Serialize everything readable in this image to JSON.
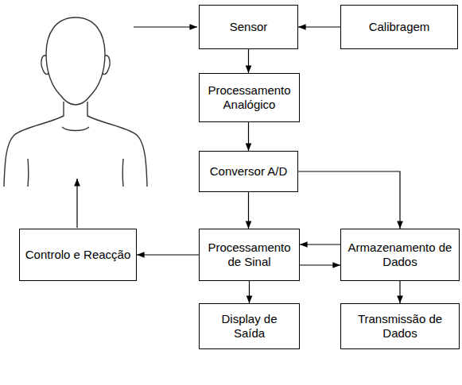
{
  "diagram": {
    "nodes": [
      {
        "text": [
          "Sensor"
        ]
      },
      {
        "text": [
          "Calibragem"
        ]
      },
      {
        "text": [
          "Processamento Analógico"
        ]
      },
      {
        "text": [
          "Conversor A/D"
        ]
      },
      {
        "text": [
          "Controlo e Reacção"
        ]
      },
      {
        "text": [
          "Processamento de Sinal"
        ]
      },
      {
        "text": [
          "Armazenamento de Dados"
        ]
      },
      {
        "text": [
          "Display de Saída"
        ]
      },
      {
        "text": [
          "Transmissão de Dados"
        ]
      }
    ],
    "edges": [
      {
        "from": 1,
        "to": 0,
        "arrow": "to"
      },
      {
        "from": 0,
        "to": 2,
        "arrow": "to"
      },
      {
        "from": 2,
        "to": 3,
        "arrow": "to"
      },
      {
        "from": 3,
        "to": 5,
        "arrow": "to"
      },
      {
        "from": 3,
        "to": 6,
        "arrow": "to"
      },
      {
        "from": 5,
        "to": 4,
        "arrow": "to"
      },
      {
        "from": 6,
        "to": 5,
        "arrow": "to"
      },
      {
        "from": 5,
        "to": 6,
        "arrow": "to"
      },
      {
        "from": 5,
        "to": 7,
        "arrow": "to"
      },
      {
        "from": 6,
        "to": 8,
        "arrow": "to"
      }
    ]
  }
}
